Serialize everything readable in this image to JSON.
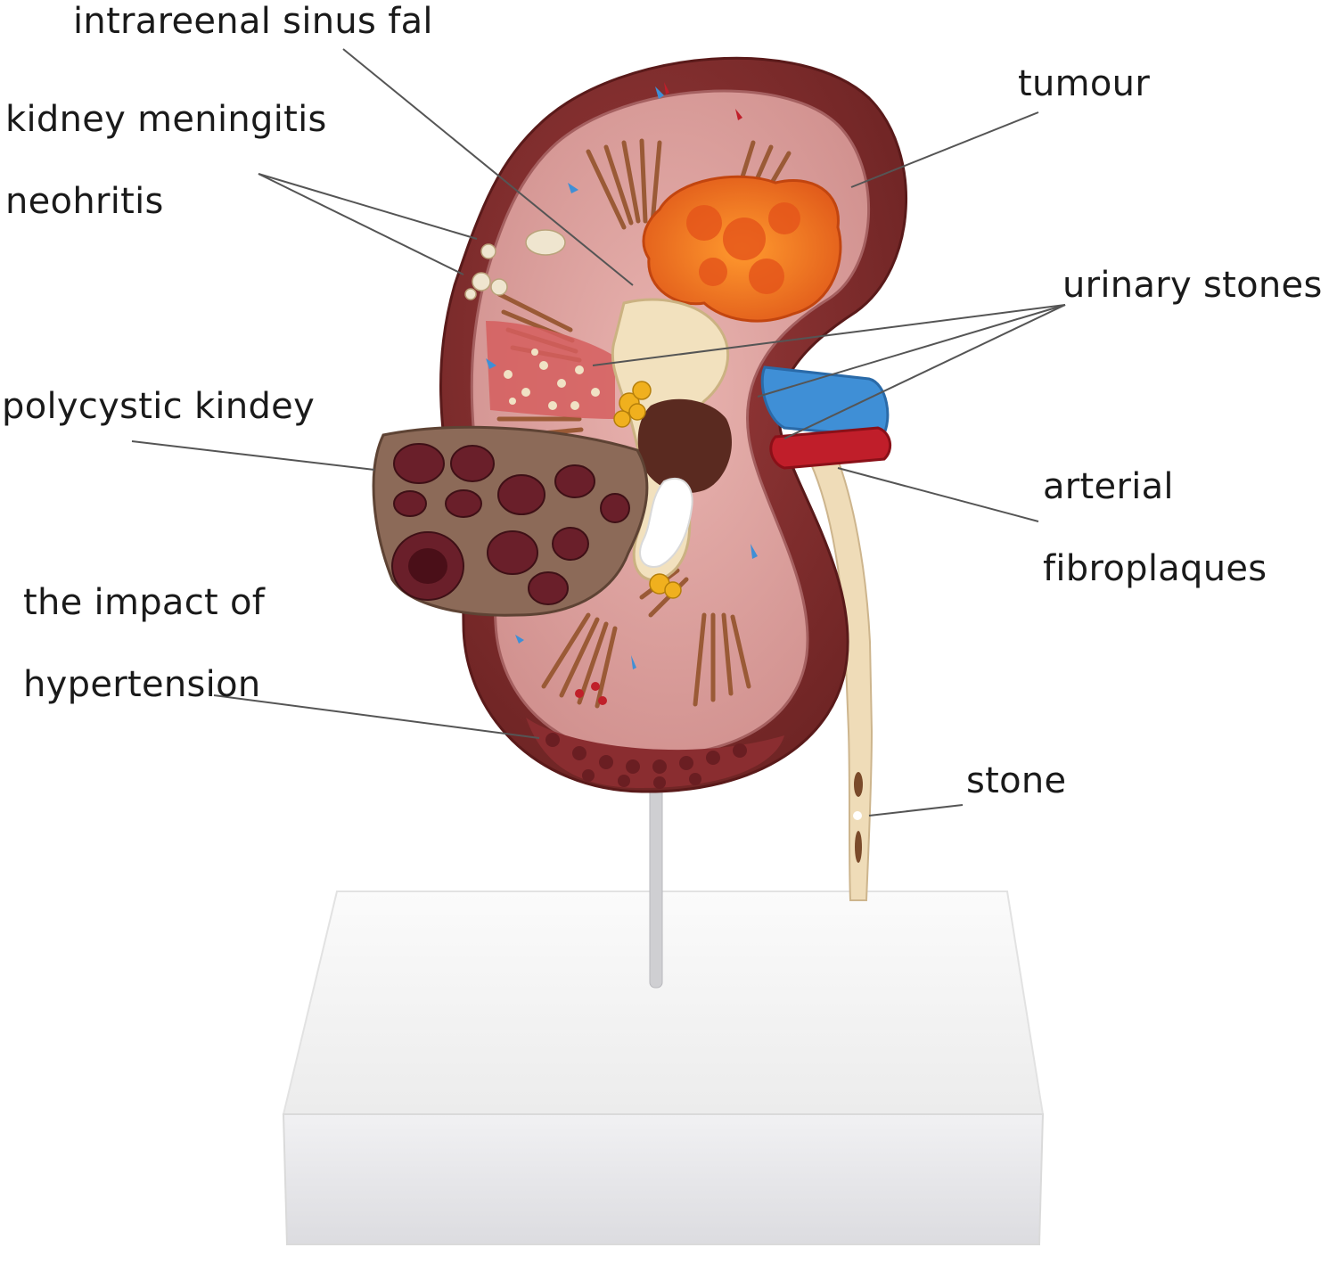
{
  "labels": {
    "intrarenal_sinus": "intrareenal sinus fal",
    "kidney_meningitis": "kidney meningitis",
    "neohritis": "neohritis",
    "polycystic_kidney": "polycystic kindey",
    "hypertension_line1": "the impact of",
    "hypertension_line2": "hypertension",
    "tumour": "tumour",
    "urinary_stones": "urinary stones",
    "arterial_line1": "arterial",
    "arterial_line2": "fibroplaques",
    "stone": "stone"
  },
  "colors": {
    "capsule": "#7a2a2a",
    "cortex": "#d99a98",
    "medulla": "#b4734a",
    "tumour": "#f0781e",
    "vein": "#3f8fd6",
    "artery": "#c01e2a",
    "ureter": "#efdcb8",
    "cyst_body": "#8c6a58",
    "base": "#f4f4f4",
    "leader_line": "#555555"
  }
}
